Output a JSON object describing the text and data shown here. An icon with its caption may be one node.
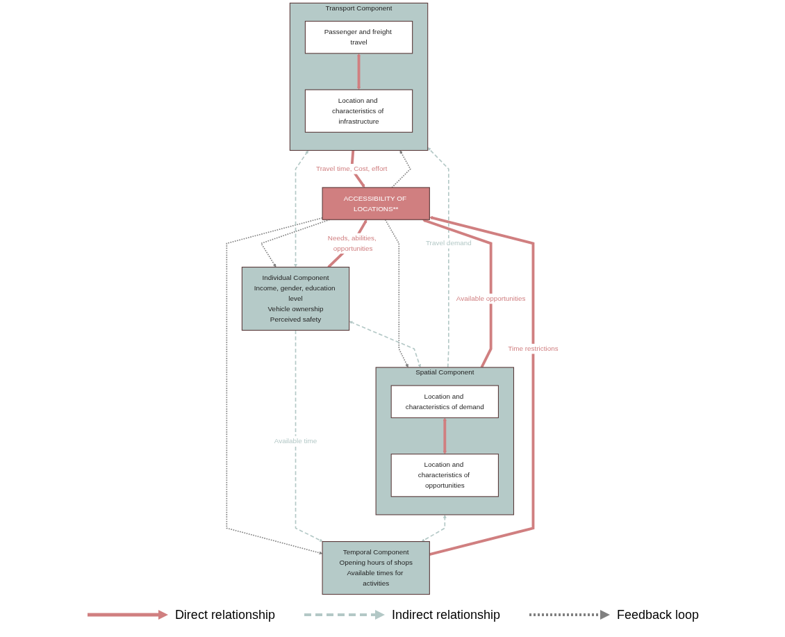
{
  "diagram": {
    "nodes": [
      {
        "text": [
          "Spatial Component"
        ]
      },
      {
        "text": [
          "Location and characteristics of demand"
        ],
        "in": 0
      },
      {
        "text": [
          "Location and characteristics of opportunities"
        ],
        "in": 0
      },
      {
        "text": [
          "Transport Component"
        ]
      },
      {
        "text": [
          "Passenger and freight travel"
        ],
        "in": 3
      },
      {
        "text": [
          "Location and characteristics of infrastructure"
        ],
        "in": 3
      },
      {
        "text": [
          "ACCESSIBILITY OF LOCATIONS**"
        ]
      },
      {
        "text": [
          "Temporal Component",
          "Opening hours of shops",
          "Available times for activities"
        ]
      },
      {
        "text": [
          "Individual Component",
          "Income, gender, education level",
          "Vehicle ownership",
          "Perceived safety"
        ]
      }
    ],
    "edges": [
      {
        "from": 0,
        "to": 3,
        "arrow": "to",
        "label": "Travel demand",
        "style": "dashed",
        "color": "#b3c8c6"
      },
      {
        "from": 1,
        "to": 2,
        "arrow": "both",
        "style": "thick"
      },
      {
        "from": 4,
        "to": 5,
        "arrow": "both",
        "style": "thick"
      },
      {
        "from": 0,
        "to": 6,
        "arrow": "to",
        "label": "Available opportunities",
        "style": "thick"
      },
      {
        "from": 3,
        "to": 6,
        "arrow": "to",
        "label": "Travel time, Cost, effort",
        "style": "thick"
      },
      {
        "from": 6,
        "to": 0,
        "arrow": "to",
        "style": "dashed",
        "color": "#808080"
      },
      {
        "from": 6,
        "to": 3,
        "arrow": "to",
        "style": "dashed",
        "color": "#808080"
      },
      {
        "from": 7,
        "to": 6,
        "arrow": "to",
        "label": "Time restrictions",
        "style": "thick"
      },
      {
        "from": 8,
        "to": 6,
        "arrow": "to",
        "label": "Needs, abilities, opportunities",
        "style": "thick"
      },
      {
        "from": 6,
        "to": 7,
        "arrow": "to",
        "style": "dashed",
        "color": "#808080"
      },
      {
        "from": 6,
        "to": 8,
        "arrow": "to",
        "style": "dashed",
        "color": "#808080"
      },
      {
        "from": 0,
        "to": 7,
        "arrow": "both",
        "style": "dashed",
        "color": "#b3c8c6"
      },
      {
        "from": 3,
        "to": 8,
        "arrow": "both",
        "style": "dashed",
        "color": "#b3c8c6"
      },
      {
        "from": 8,
        "to": 7,
        "arrow": "to",
        "label": "Available time",
        "style": "dashed",
        "color": "#b3c8c6"
      },
      {
        "from": 8,
        "to": 0,
        "arrow": "both",
        "style": "dashed",
        "color": "#b3c8c6"
      }
    ],
    "legend": [
      {
        "text": "Direct relationship"
      },
      {
        "text": "Indirect relationship"
      },
      {
        "text": "Feedback loop"
      }
    ]
  }
}
